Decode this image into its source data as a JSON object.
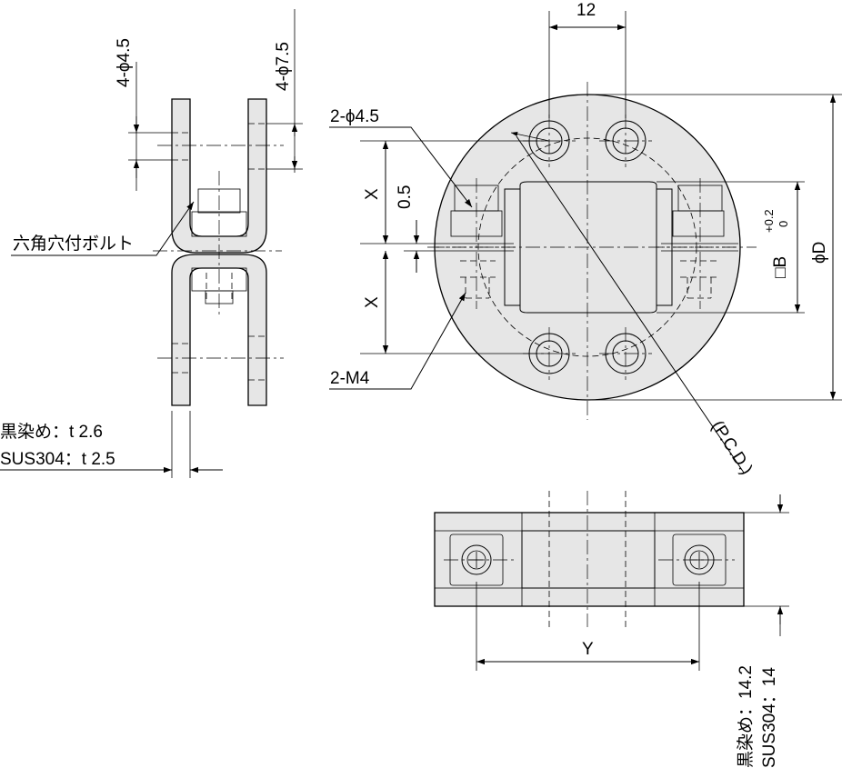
{
  "labels": {
    "side_hole_small": "4-ϕ4.5",
    "side_hole_large": "4-ϕ7.5",
    "hex_bolt": "六角穴付ボルト",
    "thickness_black": "黒染め：t 2.6",
    "thickness_sus": "SUS304：t 2.5",
    "width_12": "12",
    "hole_2_phi": "2-ϕ4.5",
    "dim_x_upper": "X",
    "dim_x_lower": "X",
    "gap_05": "0.5",
    "tap_m4": "2-M4",
    "square_b": "□B",
    "tol_plus": "+0.2",
    "tol_zero": "0",
    "dia_d": "ϕD",
    "pcd": "(P.C.D.)",
    "dim_y": "Y",
    "height_black": "黒染め：14.2",
    "height_sus": "SUS304：14"
  }
}
